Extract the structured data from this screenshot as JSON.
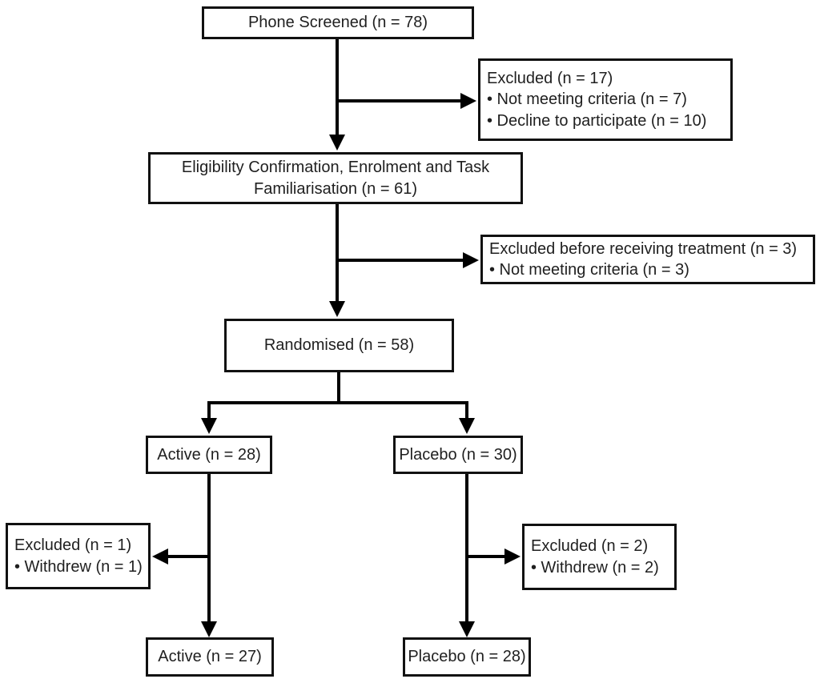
{
  "colors": {
    "background": "#ffffff",
    "box_fill": "#ffffff",
    "box_border": "#111111",
    "connector": "#000000",
    "text": "#1f1f1f"
  },
  "boxes": {
    "phone_screened": {
      "label": "Phone Screened (n = 78)"
    },
    "excluded_screening": {
      "title": "Excluded (n = 17)",
      "bullets": [
        "• Not meeting criteria (n = 7)",
        "• Decline to participate (n = 10)"
      ]
    },
    "eligibility": {
      "label": "Eligibility Confirmation, Enrolment and Task Familiarisation (n = 61)"
    },
    "excluded_before_treatment": {
      "title": "Excluded before receiving treatment (n = 3)",
      "bullets": [
        "• Not meeting criteria (n = 3)"
      ]
    },
    "randomised": {
      "label": "Randomised (n = 58)"
    },
    "active_allocation": {
      "label": "Active (n = 28)"
    },
    "placebo_allocation": {
      "label": "Placebo (n = 30)"
    },
    "excluded_active": {
      "title": "Excluded (n = 1)",
      "bullets": [
        "• Withdrew (n = 1)"
      ]
    },
    "excluded_placebo": {
      "title": "Excluded (n = 2)",
      "bullets": [
        "• Withdrew (n = 2)"
      ]
    },
    "active_final": {
      "label": "Active (n = 27)"
    },
    "placebo_final": {
      "label": "Placebo (n = 28)"
    }
  },
  "edges": [
    {
      "from": "phone_screened",
      "to": "eligibility"
    },
    {
      "from": "phone_screened",
      "to": "excluded_screening"
    },
    {
      "from": "eligibility",
      "to": "randomised"
    },
    {
      "from": "eligibility",
      "to": "excluded_before_treatment"
    },
    {
      "from": "randomised",
      "to": "active_allocation"
    },
    {
      "from": "randomised",
      "to": "placebo_allocation"
    },
    {
      "from": "active_allocation",
      "to": "excluded_active"
    },
    {
      "from": "active_allocation",
      "to": "active_final"
    },
    {
      "from": "placebo_allocation",
      "to": "excluded_placebo"
    },
    {
      "from": "placebo_allocation",
      "to": "placebo_final"
    }
  ]
}
